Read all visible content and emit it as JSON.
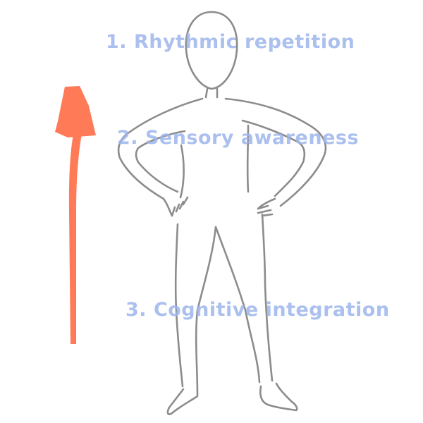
{
  "diagram": {
    "labels": [
      {
        "id": "level-3",
        "text": "3. Cognitive integration"
      },
      {
        "id": "level-2",
        "text": "2. Sensory awareness"
      },
      {
        "id": "level-1",
        "text": "1. Rhythmic repetition"
      }
    ],
    "arrow": {
      "direction": "up",
      "icon": "up-arrow-icon"
    },
    "figure": {
      "pose": "standing with hands on hips",
      "icon": "human-figure-outline-icon"
    }
  },
  "colors": {
    "label_text": "#9db6ec",
    "arrow": "#ff7a57",
    "figure_outline": "#8c8c8c",
    "background": "#ffffff"
  }
}
